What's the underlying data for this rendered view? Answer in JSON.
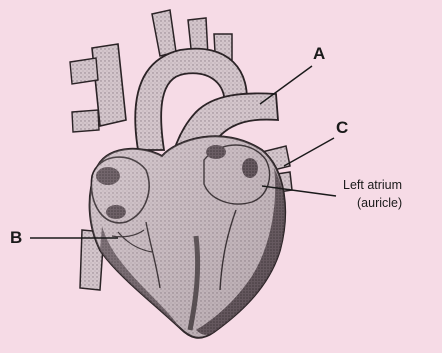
{
  "labels": {
    "a": "A",
    "b": "B",
    "c": "C",
    "left_atrium_line1": "Left atrium",
    "left_atrium_line2": "(auricle)"
  },
  "colors": {
    "background": "#f6dbe6",
    "heart_fill": "#cdbec5",
    "vessel_fill": "#ddd0d6",
    "shadow": "#3a3034",
    "outline": "#2b2326"
  }
}
